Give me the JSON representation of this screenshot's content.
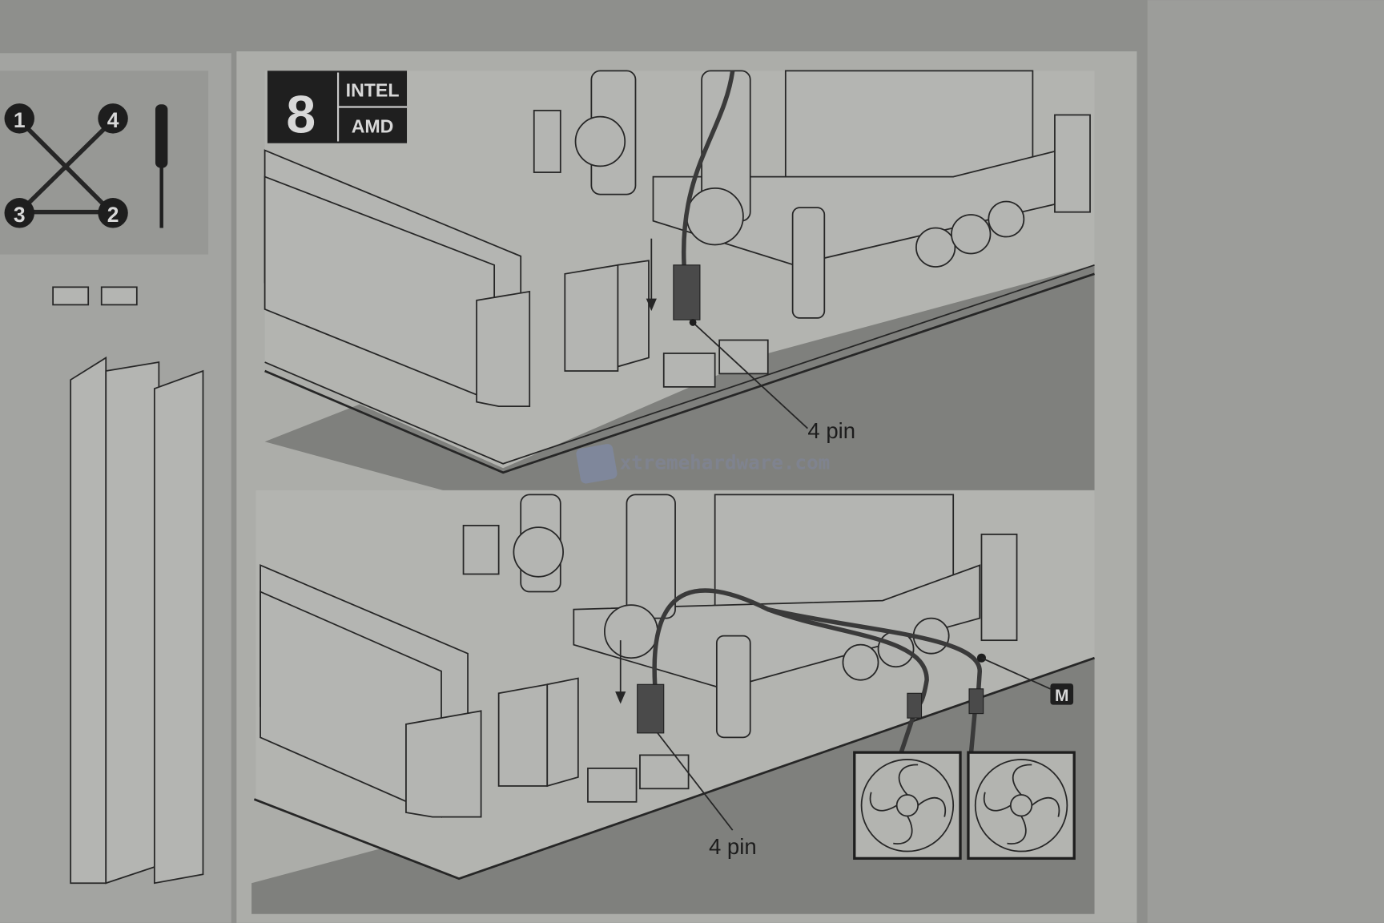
{
  "step": {
    "number": "8",
    "platform_top": "INTEL",
    "platform_bottom": "AMD"
  },
  "screw_order": {
    "labels": [
      "1",
      "2",
      "3",
      "4"
    ]
  },
  "top_panel": {
    "connector_label": "4 pin"
  },
  "bottom_panel": {
    "connector_label": "4 pin",
    "motor_badge": "M"
  },
  "watermark": {
    "text": "xtremehardware.com"
  },
  "colors": {
    "paper": "#a9aaa7",
    "floor": "#7f807d",
    "badge": "#1f1f1f",
    "background": "#8e8f8c"
  }
}
